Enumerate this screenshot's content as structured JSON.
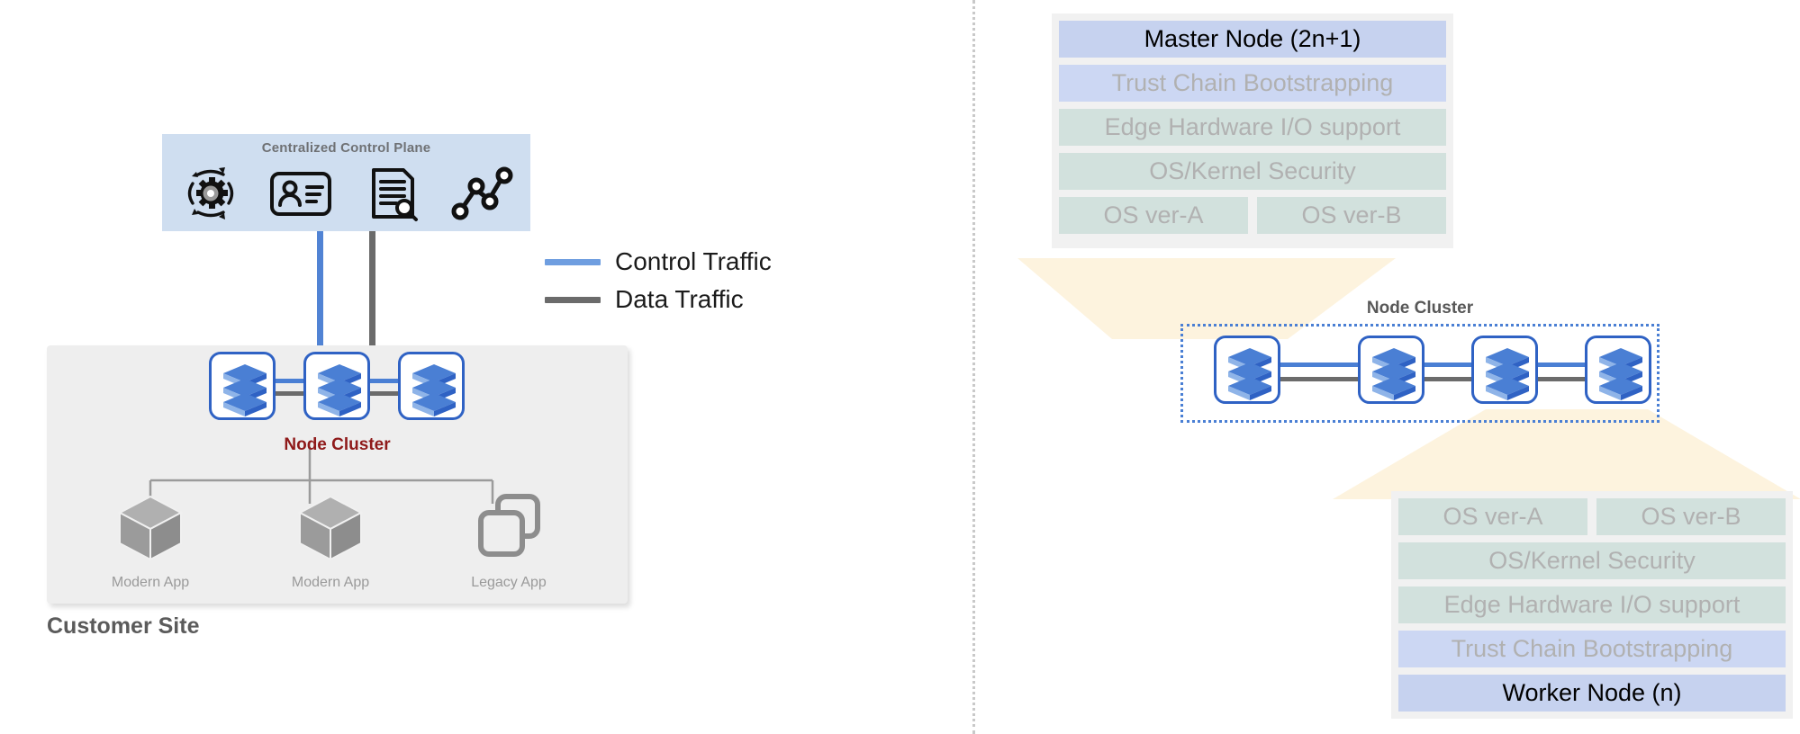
{
  "diagram": {
    "title": "Edge platform architecture: customer site and node software stacks",
    "colors": {
      "control_traffic": "#4a7fd4",
      "data_traffic": "#6b6b6b",
      "control_plane_bg": "#cfdef0",
      "site_bg": "#eeeeee",
      "layer_blue_strong": "#c6d2ef",
      "layer_blue_soft": "#ccd7f3",
      "layer_teal": "#d2e1dd",
      "funnel": "#fdf3de",
      "node_border": "#2f62c4",
      "node_cluster_label_left": "#8f1a1a",
      "node_cluster_label_right": "#585858"
    }
  },
  "left_panel": {
    "control_plane": {
      "title": "Centralized Control Plane",
      "icons": [
        {
          "name": "gear-sync-icon",
          "meaning": "orchestration"
        },
        {
          "name": "id-card-icon",
          "meaning": "identity"
        },
        {
          "name": "document-search-icon",
          "meaning": "policy audit"
        },
        {
          "name": "network-graph-icon",
          "meaning": "topology"
        }
      ]
    },
    "legend": {
      "items": [
        {
          "label": "Control Traffic",
          "color": "#6f9ee0"
        },
        {
          "label": "Data Traffic",
          "color": "#6b6b6b"
        }
      ]
    },
    "site": {
      "label": "Customer Site",
      "cluster_label": "Node Cluster",
      "nodes": [
        {
          "name": "node-1"
        },
        {
          "name": "node-2"
        },
        {
          "name": "node-3"
        }
      ],
      "apps": [
        {
          "label": "Modern App",
          "icon": "cube-icon"
        },
        {
          "label": "Modern App",
          "icon": "cube-icon"
        },
        {
          "label": "Legacy App",
          "icon": "stacked-windows-icon"
        }
      ]
    }
  },
  "right_panel": {
    "master_stack": {
      "title": "Master Node (2n+1)",
      "layers": [
        {
          "label": "Master Node (2n+1)",
          "style": "blue-strong"
        },
        {
          "label": "Trust Chain Bootstrapping",
          "style": "blue-soft"
        },
        {
          "label": "Edge Hardware I/O support",
          "style": "teal"
        },
        {
          "label": "OS/Kernel Security",
          "style": "teal"
        }
      ],
      "os_row": [
        {
          "label": "OS ver-A",
          "style": "teal"
        },
        {
          "label": "OS ver-B",
          "style": "teal"
        }
      ]
    },
    "node_cluster": {
      "label": "Node Cluster",
      "nodes": [
        {
          "name": "node-1"
        },
        {
          "name": "node-2"
        },
        {
          "name": "node-3"
        },
        {
          "name": "node-4"
        }
      ]
    },
    "worker_stack": {
      "title": "Worker Node (n)",
      "os_row": [
        {
          "label": "OS ver-A",
          "style": "teal"
        },
        {
          "label": "OS ver-B",
          "style": "teal"
        }
      ],
      "layers": [
        {
          "label": "OS/Kernel Security",
          "style": "teal"
        },
        {
          "label": "Edge Hardware I/O support",
          "style": "teal"
        },
        {
          "label": "Trust Chain Bootstrapping",
          "style": "blue-soft"
        },
        {
          "label": "Worker Node (n)",
          "style": "blue-strong"
        }
      ]
    }
  }
}
